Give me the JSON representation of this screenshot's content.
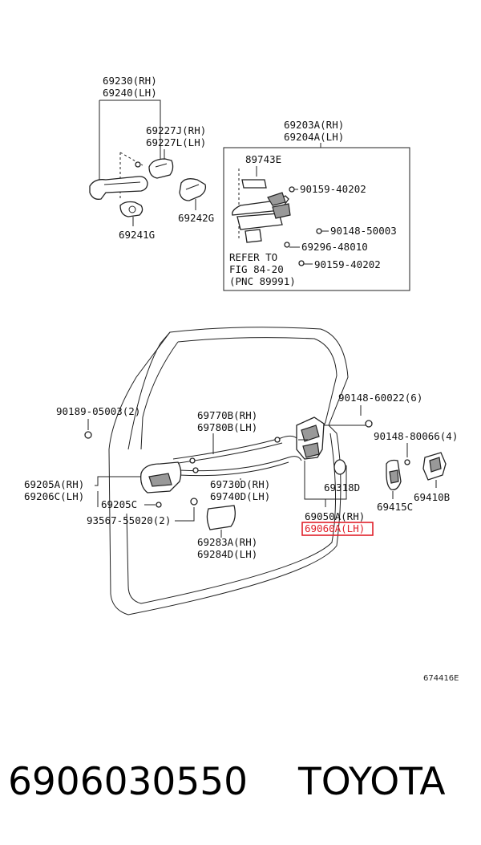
{
  "labels": {
    "p69230": "69230(RH)",
    "p69240": "69240(LH)",
    "p69227j": "69227J(RH)",
    "p69227l": "69227L(LH)",
    "p69241g": "69241G",
    "p69242g": "69242G",
    "p69203a": "69203A(RH)",
    "p69204a": "69204A(LH)",
    "p89743e": "89743E",
    "p90159a": "90159-40202",
    "p90148a": "90148-50003",
    "p69296": "69296-48010",
    "refer1": "REFER TO",
    "refer2": "FIG 84-20",
    "refer3": "(PNC 89991)",
    "p90159b": "90159-40202",
    "p90189": "90189-05003(2)",
    "p69770b": "69770B(RH)",
    "p69780b": "69780B(LH)",
    "p90148b": "90148-60022(6)",
    "p90148c": "90148-80066(4)",
    "p69205a": "69205A(RH)",
    "p69206c": "69206C(LH)",
    "p69205c": "69205C",
    "p93567": "93567-55020(2)",
    "p69730d": "69730D(RH)",
    "p69740d": "69740D(LH)",
    "p69318d": "69318D",
    "p69415c": "69415C",
    "p69410b": "69410B",
    "p69050a": "69050A(RH)",
    "p69060a": "69060A(LH)",
    "p69283a": "69283A(RH)",
    "p69284d": "69284D(LH)"
  },
  "figure_id": "674416E",
  "footer": {
    "part_number": "6906030550",
    "brand": "TOYOTA"
  },
  "highlight_color": "#e0202a"
}
